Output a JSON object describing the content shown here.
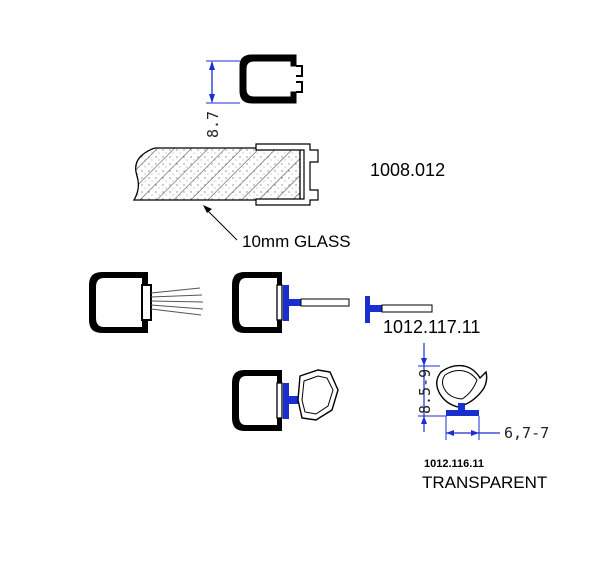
{
  "colors": {
    "ink": "#000000",
    "blue": "#1a2fd0",
    "gray": "#6b6b6b",
    "background": "#ffffff"
  },
  "labels": {
    "part_a": "1008.012",
    "glass": "10mm GLASS",
    "part_b": "1012.117.11",
    "part_c": "1012.116.11",
    "transparent": "TRANSPARENT"
  },
  "dimensions": {
    "clip_height": "8.7",
    "bulb_height": "8.5-9",
    "tee_width": "6,7-7"
  }
}
